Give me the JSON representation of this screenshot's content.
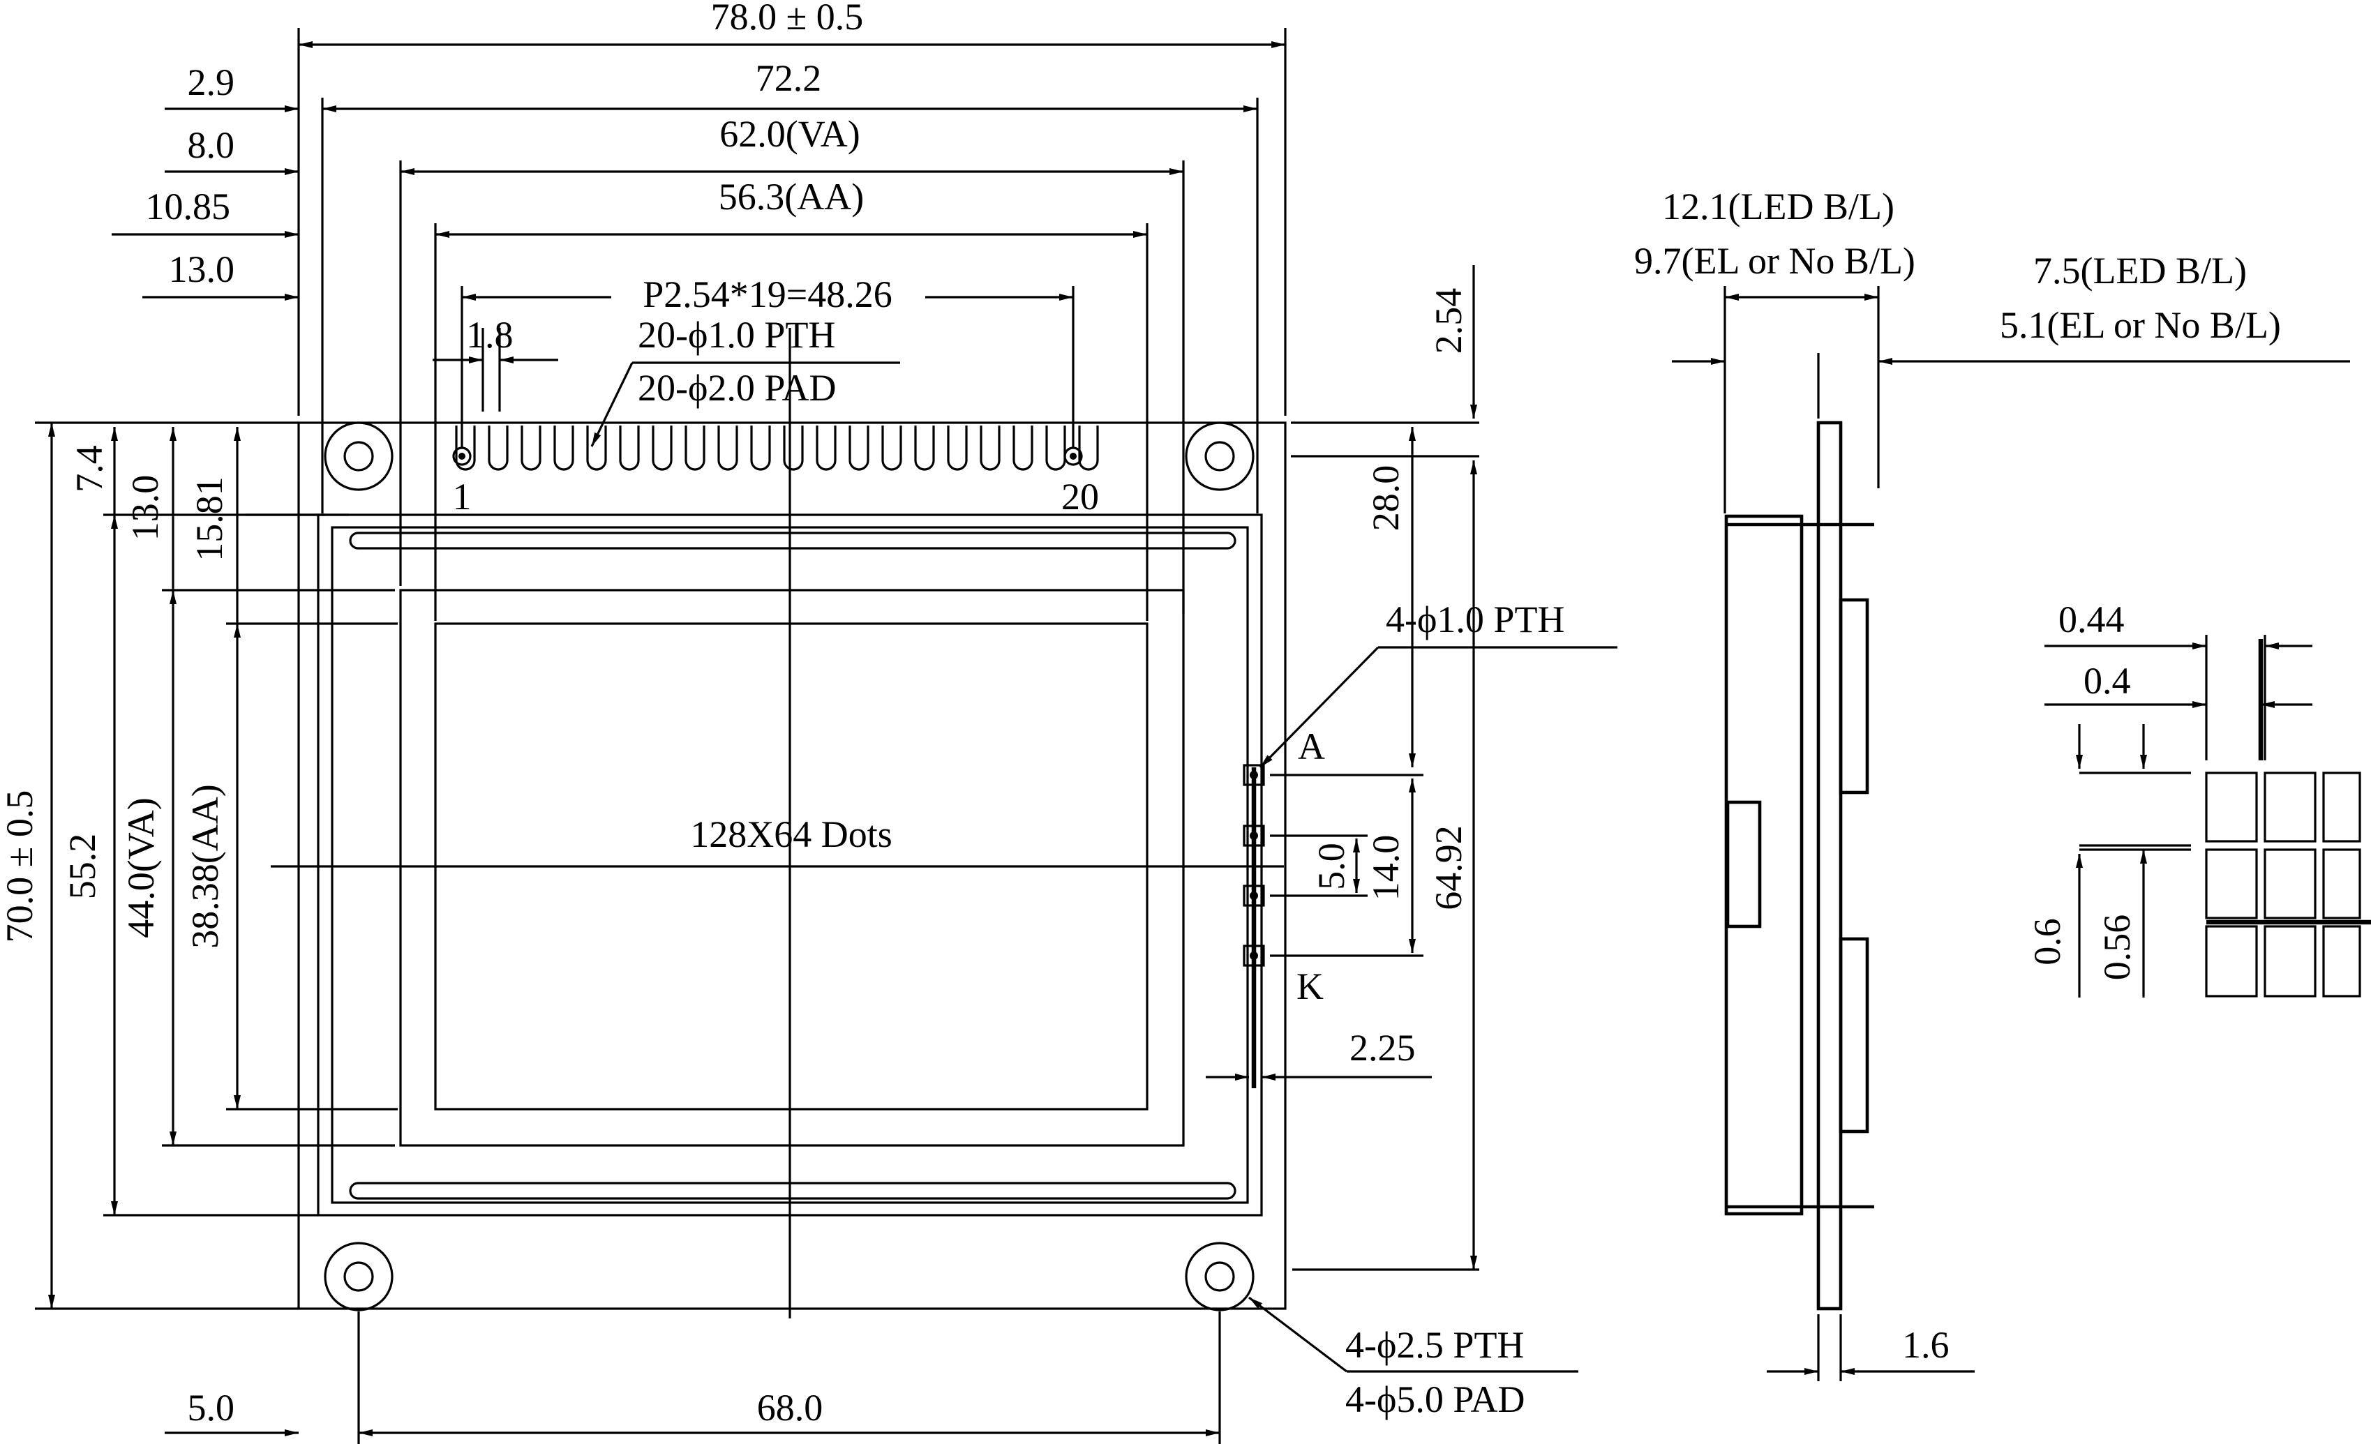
{
  "front_view": {
    "overall_width": "78.0 ± 0.5",
    "hole_to_hole_width": "72.2",
    "viewing_area_width": "62.0(VA)",
    "active_area_width": "56.3(AA)",
    "pin_pitch": "P2.54*19=48.26",
    "pin_hole": "20-ϕ1.0 PTH",
    "pin_pad": "20-ϕ2.0 PAD",
    "pin_offset": "1.8",
    "pin_first": "1",
    "pin_last": "20",
    "left_offsets": [
      "2.9",
      "8.0",
      "10.85",
      "13.0"
    ],
    "display_label": "128X64 Dots",
    "overall_height": "70.0 ± 0.5",
    "height_55": "55.2",
    "viewing_area_height": "44.0(VA)",
    "active_area_height": "38.38(AA)",
    "top_offsets": [
      "7.4",
      "13.0",
      "15.81"
    ],
    "right_top_gap": "2.54",
    "right_to_led": "28.0",
    "led_span": "64.92",
    "led_hole": "4-ϕ1.0 PTH",
    "anode": "A",
    "cathode": "K",
    "led_pitch": "5.0",
    "led_total": "14.0",
    "led_edge": "2.25",
    "mount_hole": "4-ϕ2.5 PTH",
    "mount_pad": "4-ϕ5.0 PAD",
    "bottom_left": "5.0",
    "hole_pitch_x": "68.0"
  },
  "side_view": {
    "thick_led": "12.1(LED B/L)",
    "thick_el": "9.7(EL or No B/L)",
    "module_led": "7.5(LED B/L)",
    "module_el": "5.1(EL or No B/L)",
    "pcb": "1.6"
  },
  "dot_detail": {
    "pitch_x": "0.44",
    "dot_x": "0.4",
    "pitch_y": "0.6",
    "dot_y": "0.56"
  }
}
